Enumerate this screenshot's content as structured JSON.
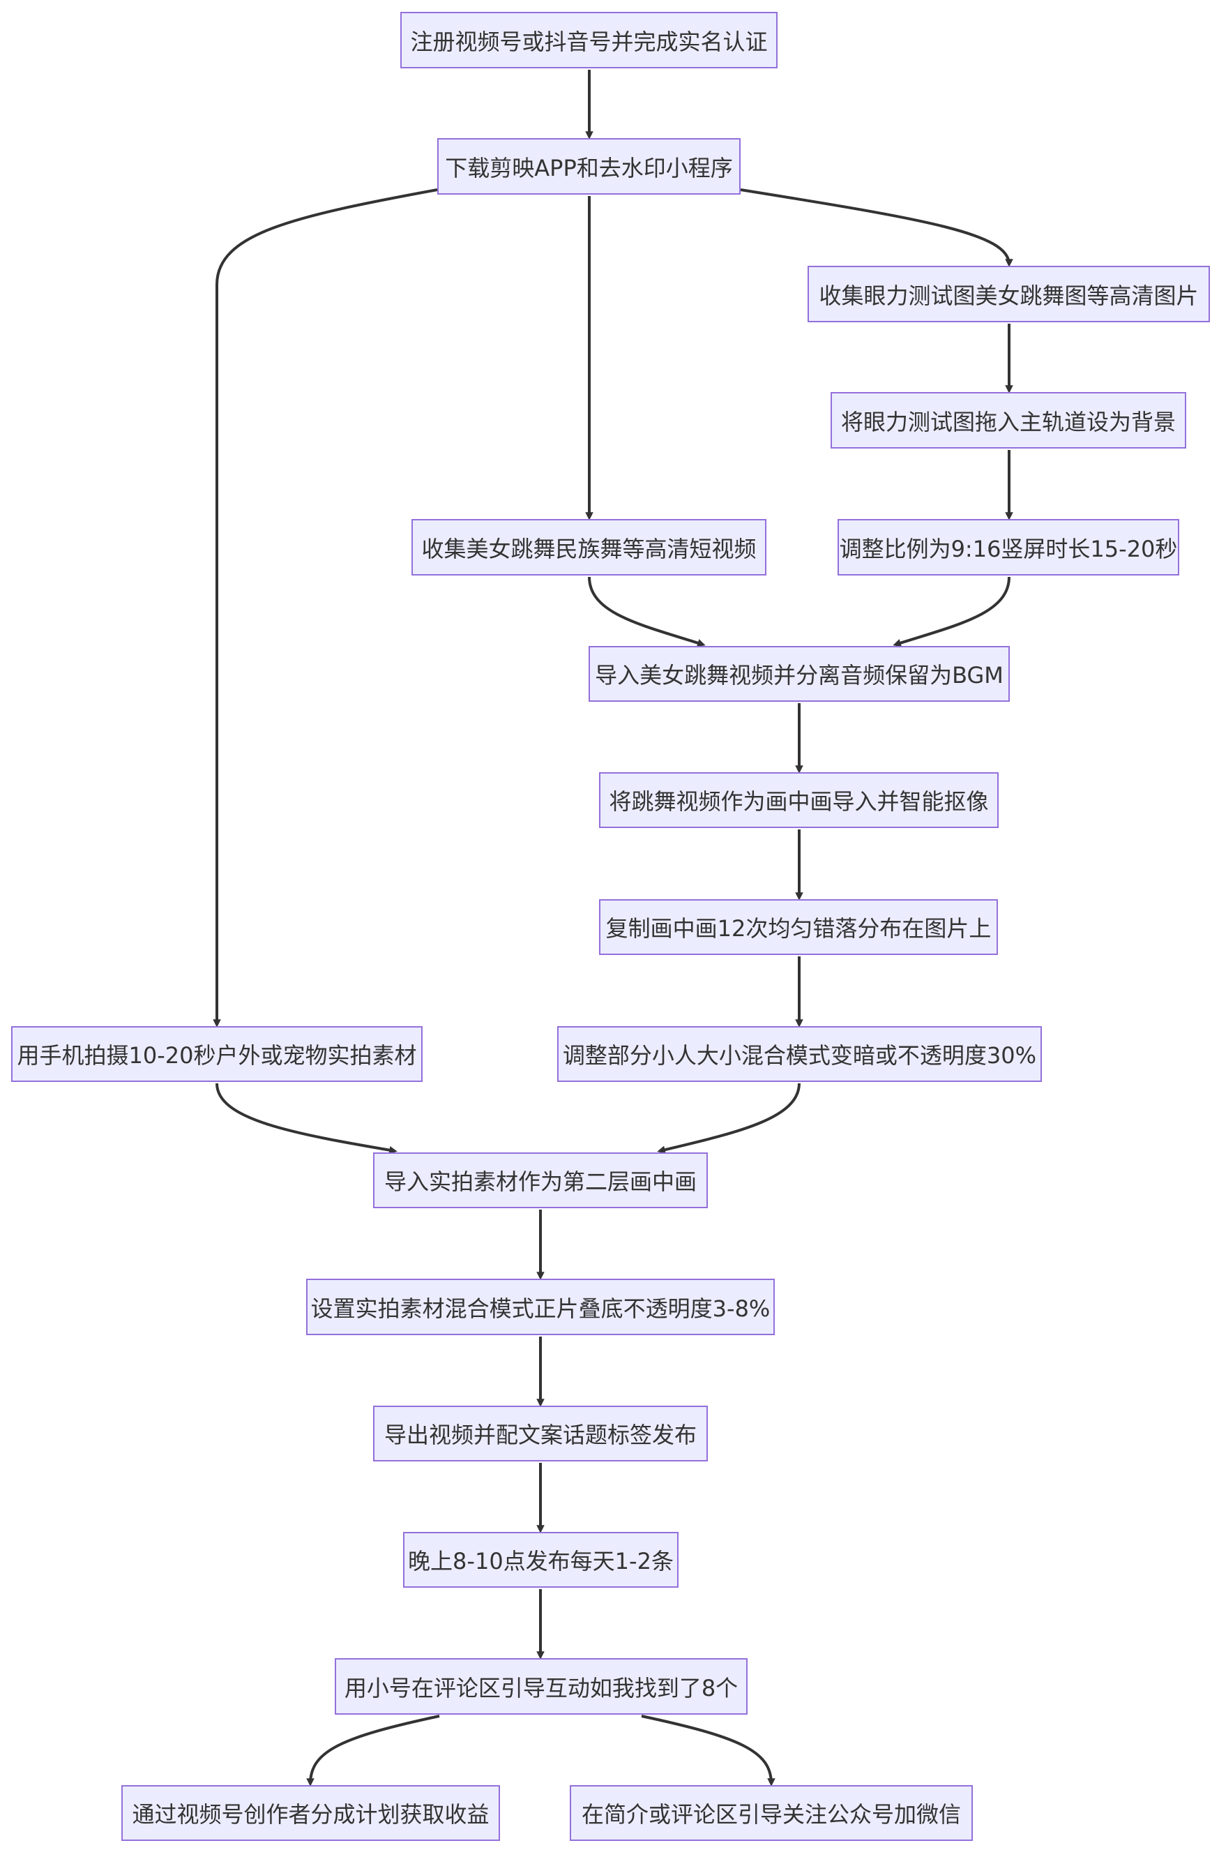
{
  "colors": {
    "node_fill": "#ECECFF",
    "node_border": "#9370DB",
    "edge": "#333333",
    "text": "#333333",
    "background": "#FFFFFF"
  },
  "nodes": [
    {
      "id": "n1",
      "label": "注册视频号或抖音号并完成实名认证"
    },
    {
      "id": "n2",
      "label": "下载剪映APP和去水印小程序"
    },
    {
      "id": "n3",
      "label": "收集眼力测试图美女跳舞图等高清图片"
    },
    {
      "id": "n4",
      "label": "将眼力测试图拖入主轨道设为背景"
    },
    {
      "id": "n5",
      "label": "收集美女跳舞民族舞等高清短视频"
    },
    {
      "id": "n6",
      "label": "调整比例为9:16竖屏时长15-20秒"
    },
    {
      "id": "n7",
      "label": "导入美女跳舞视频并分离音频保留为BGM"
    },
    {
      "id": "n8",
      "label": "将跳舞视频作为画中画导入并智能抠像"
    },
    {
      "id": "n9",
      "label": "复制画中画12次均匀错落分布在图片上"
    },
    {
      "id": "n10",
      "label": "用手机拍摄10-20秒户外或宠物实拍素材"
    },
    {
      "id": "n11",
      "label": "调整部分小人大小混合模式变暗或不透明度30%"
    },
    {
      "id": "n12",
      "label": "导入实拍素材作为第二层画中画"
    },
    {
      "id": "n13",
      "label": "设置实拍素材混合模式正片叠底不透明度3-8%"
    },
    {
      "id": "n14",
      "label": "导出视频并配文案话题标签发布"
    },
    {
      "id": "n15",
      "label": "晚上8-10点发布每天1-2条"
    },
    {
      "id": "n16",
      "label": "用小号在评论区引导互动如我找到了8个"
    },
    {
      "id": "n17",
      "label": "通过视频号创作者分成计划获取收益"
    },
    {
      "id": "n18",
      "label": "在简介或评论区引导关注公众号加微信"
    }
  ],
  "edges": [
    {
      "from": "n1",
      "to": "n2"
    },
    {
      "from": "n2",
      "to": "n10"
    },
    {
      "from": "n2",
      "to": "n5"
    },
    {
      "from": "n2",
      "to": "n3"
    },
    {
      "from": "n3",
      "to": "n4"
    },
    {
      "from": "n4",
      "to": "n6"
    },
    {
      "from": "n5",
      "to": "n7"
    },
    {
      "from": "n6",
      "to": "n7"
    },
    {
      "from": "n7",
      "to": "n8"
    },
    {
      "from": "n8",
      "to": "n9"
    },
    {
      "from": "n9",
      "to": "n11"
    },
    {
      "from": "n10",
      "to": "n12"
    },
    {
      "from": "n11",
      "to": "n12"
    },
    {
      "from": "n12",
      "to": "n13"
    },
    {
      "from": "n13",
      "to": "n14"
    },
    {
      "from": "n14",
      "to": "n15"
    },
    {
      "from": "n15",
      "to": "n16"
    },
    {
      "from": "n16",
      "to": "n17"
    },
    {
      "from": "n16",
      "to": "n18"
    }
  ]
}
